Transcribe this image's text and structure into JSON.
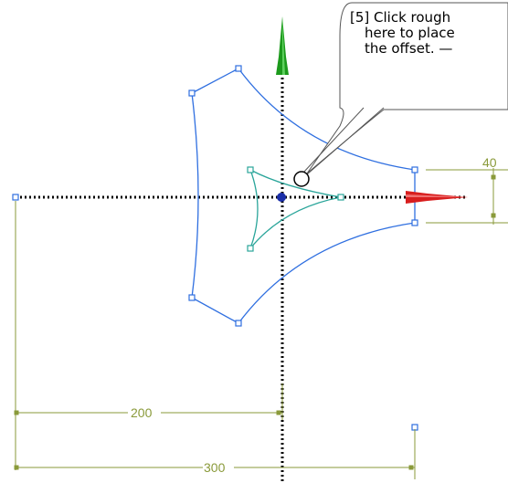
{
  "callout": {
    "step": "[5]",
    "line1": "Click rough",
    "line2": "here to place",
    "line3": "the offset.  —"
  },
  "dimensions": {
    "horizontal_small": "200",
    "horizontal_large": "300",
    "vertical_right": "40"
  },
  "colors": {
    "outer_profile": "#2f6fe0",
    "inner_offset": "#2aa59a",
    "dimension": "#8a9a3a",
    "axis_x_arrow": "#d81e1e",
    "axis_y_arrow": "#1c9a1c",
    "origin": "#1a2ea8"
  }
}
